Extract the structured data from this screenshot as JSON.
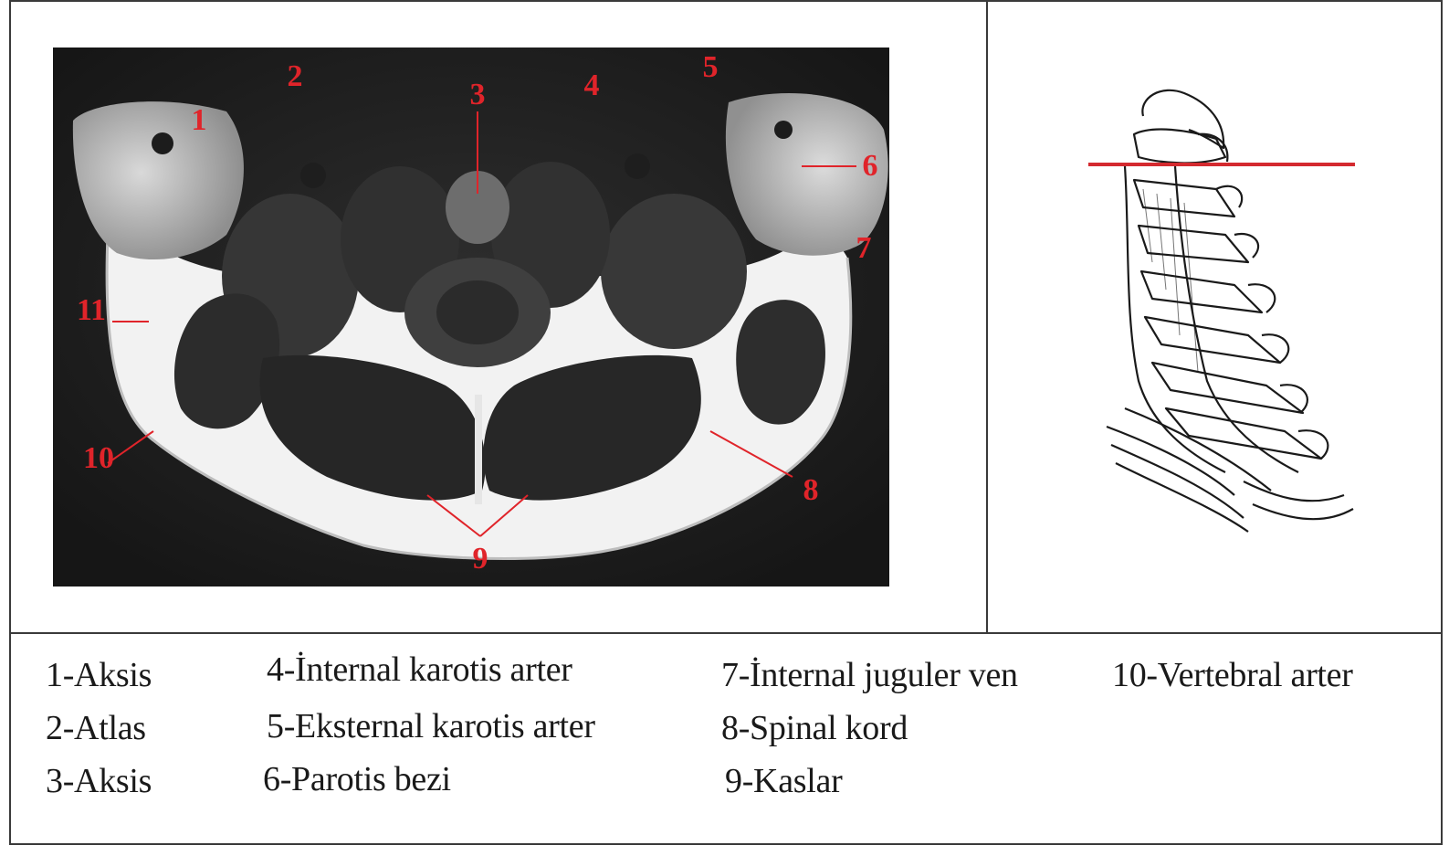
{
  "figure": {
    "mri_markers": [
      "1",
      "2",
      "3",
      "4",
      "5",
      "6",
      "7",
      "8",
      "9",
      "10",
      "11"
    ],
    "marker_color": "#e0242a",
    "level_line_color": "#d42a2f"
  },
  "legend": {
    "items": [
      "1-Aksis",
      "2-Atlas",
      "3-Aksis",
      "4-İnternal karotis arter",
      "5-Eksternal karotis arter",
      "6-Parotis bezi",
      "7-İnternal juguler ven",
      "8-Spinal kord",
      "9-Kaslar",
      "10-Vertebral arter"
    ]
  }
}
